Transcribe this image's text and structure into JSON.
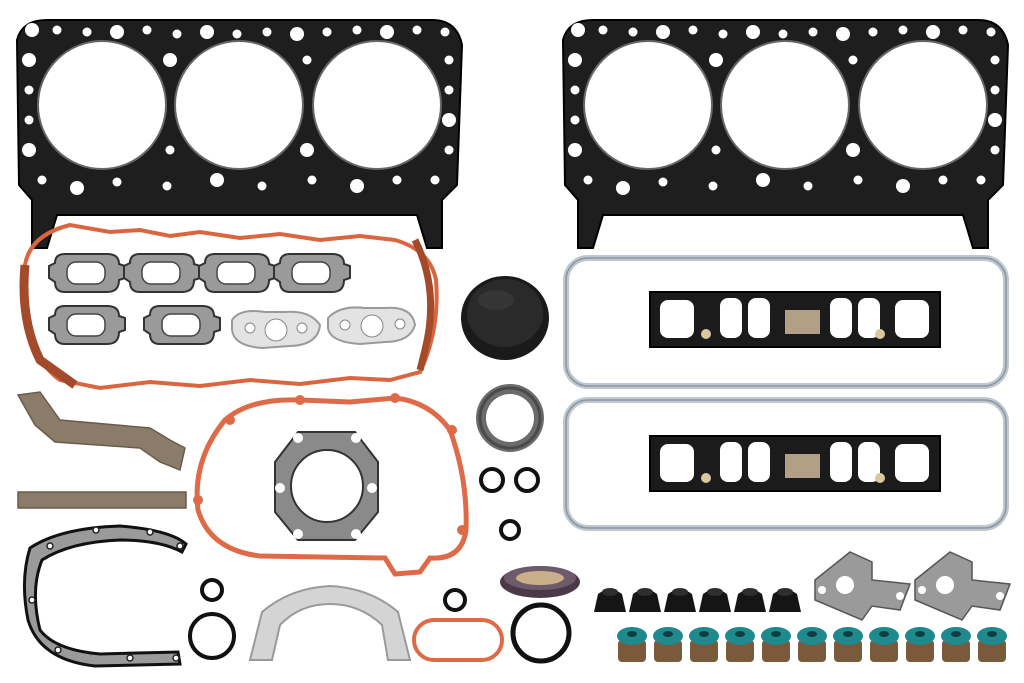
{
  "colors": {
    "background": "#ffffff",
    "head_gasket": "#1e1e1e",
    "orange_rubber": "#d9663f",
    "cork": "#8a7a68",
    "gray_sheet": "#8f8f8f",
    "light_gray": "#dcdcdc",
    "black_rubber": "#151515",
    "teal_seal": "#1e8c8f",
    "brown_seal": "#7a5a3a",
    "clear_gasket": "#cfd6dc"
  },
  "components": [
    "head-gasket-left",
    "head-gasket-right",
    "oil-pan-gasket-orange",
    "exhaust-manifold-gaskets",
    "valley-seal-rubber-cap",
    "rear-main-seal",
    "intake-manifold-gasket-top",
    "intake-manifold-gasket-bottom",
    "valve-cover-gasket-top",
    "valve-cover-gasket-bottom",
    "timing-cover-gasket-orange",
    "cork-strips",
    "timing-cover-gasket-black",
    "egr-gaskets",
    "valve-stem-seals-black",
    "valve-stem-seals-teal",
    "o-rings",
    "oil-seal"
  ]
}
